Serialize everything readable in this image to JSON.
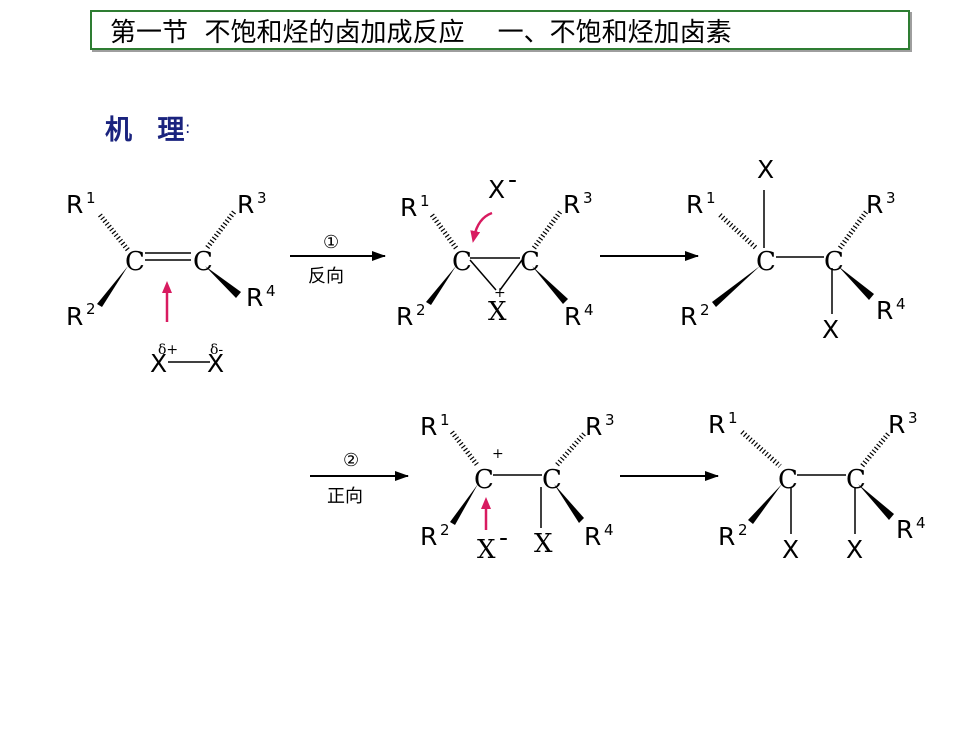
{
  "title": "第一节  不饱和烃的卤加成反应    一、不饱和烃加卤素",
  "mechanism": {
    "label": "机 理",
    "colon": ":"
  },
  "atoms": {
    "r1": "R",
    "r1_sup": "1",
    "r2": "R",
    "r2_sup": "2",
    "r3": "R",
    "r3_sup": "3",
    "r4": "R",
    "r4_sup": "4",
    "c": "C",
    "x": "X",
    "x_minus": "X",
    "minus": "-",
    "plus": "+",
    "delta_plus": "δ+",
    "delta_minus": "δ-"
  },
  "arrows": {
    "step1_num": "①",
    "step1_label": "反向",
    "step2_num": "②",
    "step2_label": "正向"
  },
  "colors": {
    "title_border": "#2e7d32",
    "mechanism_label": "#1a237e",
    "electron_arrow": "#d81b60",
    "bond": "#000000"
  }
}
